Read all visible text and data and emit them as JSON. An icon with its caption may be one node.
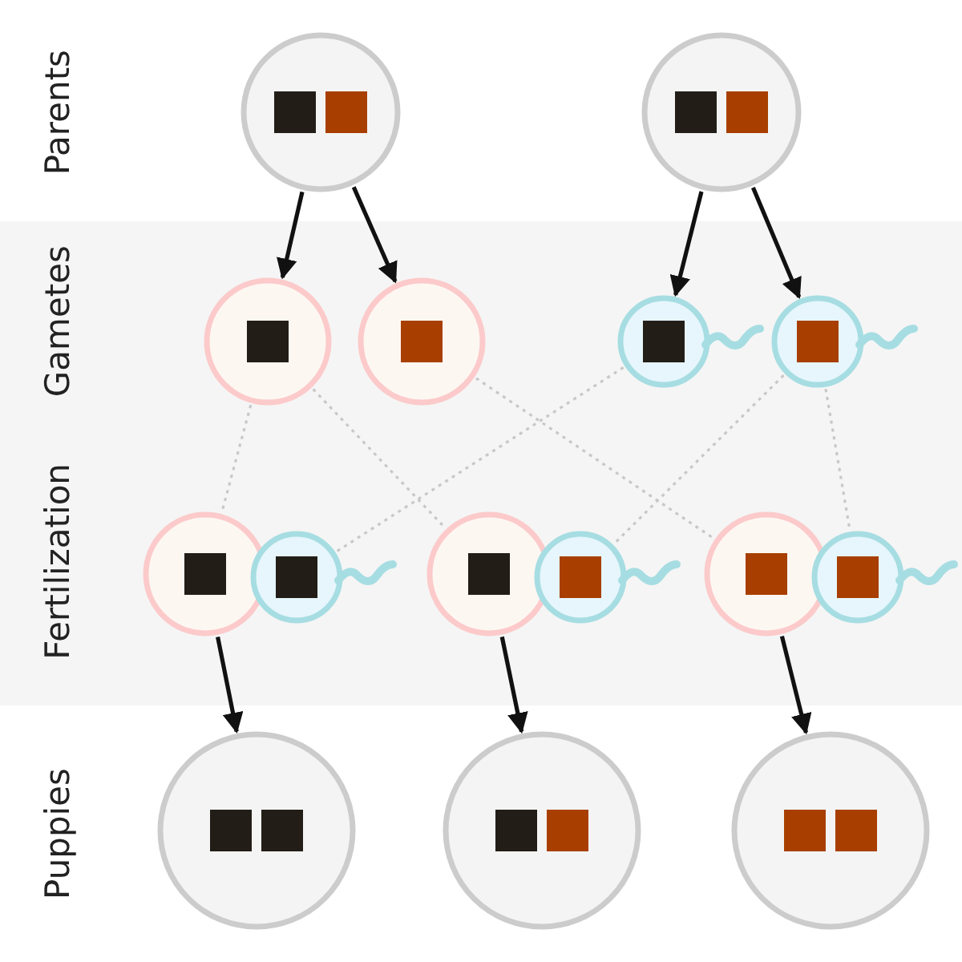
{
  "diagram": {
    "nodes": [
      {
        "text": [],
        "shape": "circle"
      },
      {
        "text": [],
        "shape": "circle"
      },
      {
        "text": [],
        "shape": "circle"
      },
      {
        "text": [],
        "shape": "circle"
      },
      {
        "text": [],
        "shape": "circle"
      },
      {
        "text": [],
        "shape": "circle"
      },
      {
        "text": [],
        "shape": "circle"
      },
      {
        "text": [],
        "shape": "circle"
      },
      {
        "text": [],
        "shape": "circle"
      },
      {
        "text": [],
        "shape": "circle"
      },
      {
        "text": [],
        "shape": "circle"
      },
      {
        "text": [],
        "shape": "circle"
      },
      {
        "text": [],
        "shape": "circle"
      },
      {
        "text": [],
        "shape": "circle"
      },
      {
        "text": [],
        "shape": "circle"
      }
    ],
    "edges": [
      {
        "from": 0,
        "to": 2,
        "arrow": "to"
      },
      {
        "from": 0,
        "to": 3,
        "arrow": "to"
      },
      {
        "from": 1,
        "to": 4,
        "arrow": "to"
      },
      {
        "from": 1,
        "to": 5,
        "arrow": "to"
      },
      {
        "from": 2,
        "to": 6,
        "arrow": "none",
        "style": "dashed",
        "color": "#c8c8c8"
      },
      {
        "from": 2,
        "to": 8,
        "arrow": "none",
        "style": "dashed",
        "color": "#c8c8c8"
      },
      {
        "from": 3,
        "to": 10,
        "arrow": "none",
        "style": "dashed",
        "color": "#c8c8c8"
      },
      {
        "from": 4,
        "to": 7,
        "arrow": "none",
        "style": "dashed",
        "color": "#c8c8c8"
      },
      {
        "from": 5,
        "to": 9,
        "arrow": "none",
        "style": "dashed",
        "color": "#c8c8c8"
      },
      {
        "from": 5,
        "to": 11,
        "arrow": "none",
        "style": "dashed",
        "color": "#c8c8c8"
      },
      {
        "from": 6,
        "to": 12,
        "arrow": "to"
      },
      {
        "from": 8,
        "to": 13,
        "arrow": "to"
      },
      {
        "from": 10,
        "to": 14,
        "arrow": "to"
      }
    ],
    "labels": [
      "Parents",
      "Gametes",
      "Fertilization",
      "Puppies"
    ]
  }
}
